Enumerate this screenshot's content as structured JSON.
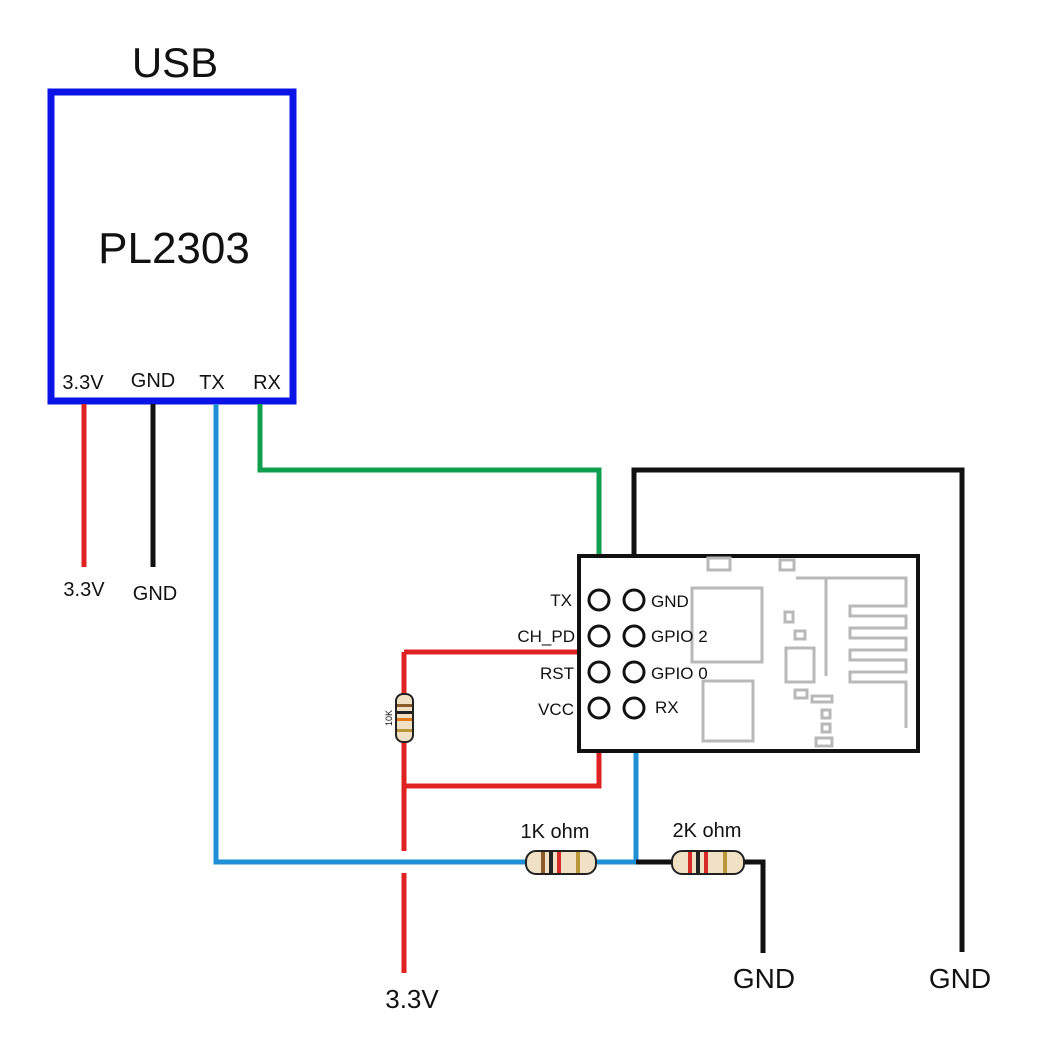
{
  "usb_adapter": {
    "header": "USB",
    "chip": "PL2303",
    "pins": {
      "v33": "3.3V",
      "gnd": "GND",
      "tx": "TX",
      "rx": "RX"
    }
  },
  "adapter_leads": {
    "v33": "3.3V",
    "gnd": "GND"
  },
  "esp_module": {
    "left_pins": {
      "tx": "TX",
      "ch_pd": "CH_PD",
      "rst": "RST",
      "vcc": "VCC"
    },
    "right_pins": {
      "gnd": "GND",
      "gpio2": "GPIO 2",
      "gpio0": "GPIO 0",
      "rx": "RX"
    }
  },
  "resistors": {
    "pullup": "10K",
    "divider_top": "1K ohm",
    "divider_bottom": "2K ohm"
  },
  "terminals": {
    "supply": "3.3V",
    "gnd_divider": "GND",
    "gnd_module": "GND"
  },
  "colors": {
    "usb_box": "#0a14e6",
    "power": "#e02121",
    "ground": "#111111",
    "tx_line": "#1f8fd6",
    "rx_line": "#0f9f4f",
    "module_trace": "#b8b8b8",
    "resistor_body": "#f1e0c4"
  }
}
